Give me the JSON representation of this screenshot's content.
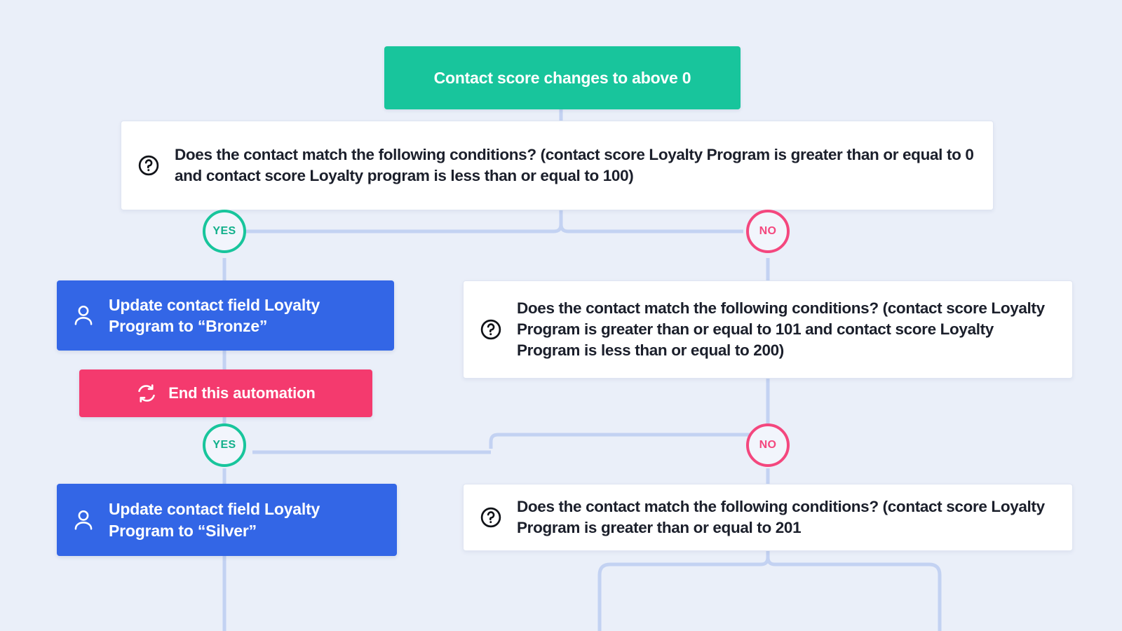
{
  "canvas": {
    "background": "#eaeff9",
    "wire_color": "#c3d2f2"
  },
  "palette": {
    "trigger_green": "#18c59c",
    "action_blue": "#3366e6",
    "end_pink": "#f43a6e",
    "condition_white": "#ffffff",
    "text_dark": "#1b1f2b",
    "badge_yes": "#18c59c",
    "badge_no": "#f4477e"
  },
  "nodes": {
    "trigger": {
      "label": "Contact score changes to above 0",
      "type": "trigger"
    },
    "condition_1": {
      "label": "Does the contact match the following conditions? (contact score Loyalty Program is greater than or equal to 0 and contact score Loyalty program is less than or equal to 100)",
      "icon": "question-mark-icon",
      "type": "condition"
    },
    "action_bronze": {
      "label": "Update contact field Loyalty Program to “Bronze”",
      "icon": "user-icon",
      "type": "action"
    },
    "end_automation": {
      "label": "End this automation",
      "icon": "loop-icon",
      "type": "end"
    },
    "condition_2": {
      "label": "Does the contact match the following conditions? (contact score Loyalty Program is greater than or equal to 101 and contact score Loyalty Program is less than or equal to 200)",
      "icon": "question-mark-icon",
      "type": "condition"
    },
    "action_silver": {
      "label": "Update contact field Loyalty Program to “Silver”",
      "icon": "user-icon",
      "type": "action"
    },
    "condition_3": {
      "label": "Does the contact match the following conditions? (contact score Loyalty Program is greater than or equal to 201",
      "icon": "question-mark-icon",
      "type": "condition"
    }
  },
  "branches": {
    "c1_yes": "YES",
    "c1_no": "NO",
    "c2_yes": "YES",
    "c2_no": "NO"
  }
}
